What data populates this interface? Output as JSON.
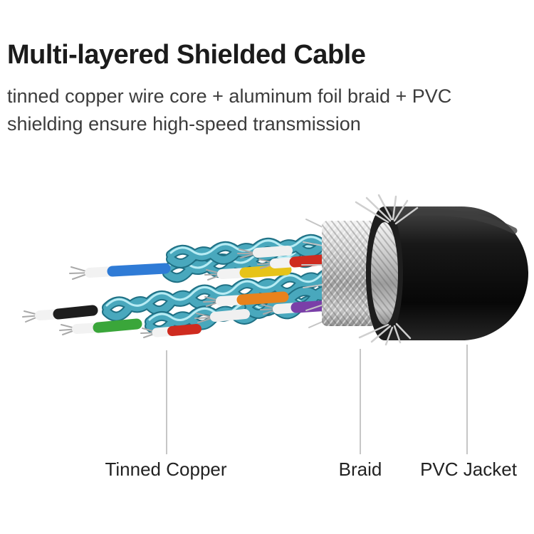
{
  "page": {
    "title": "Multi-layered Shielded Cable",
    "subtitle_line1": "tinned copper wire core + aluminum foil braid + PVC",
    "subtitle_line2": "shielding ensure high-speed transmission"
  },
  "labels": [
    {
      "id": "tinned-copper",
      "text": "Tinned Copper"
    },
    {
      "id": "braid",
      "text": "Braid"
    },
    {
      "id": "pvc-jacket",
      "text": "PVC Jacket"
    }
  ],
  "colors": {
    "jacket_black": "#141414",
    "braid_silver": "#c9c9c9",
    "twisted_pair_teal": "#49a8bd",
    "wire_blue": "#2f7bd6",
    "wire_yellow": "#e6c319",
    "wire_red": "#cf2b1f",
    "wire_orange": "#e8821c",
    "wire_green": "#3aa63a",
    "wire_purple": "#7a3fa8",
    "wire_white": "#f0f0f0",
    "wire_black": "#1d1d1d",
    "strand_silver": "#a9a9a9"
  },
  "wire_colors_visible": [
    "blue",
    "black",
    "green",
    "red",
    "yellow",
    "orange",
    "purple",
    "white"
  ]
}
